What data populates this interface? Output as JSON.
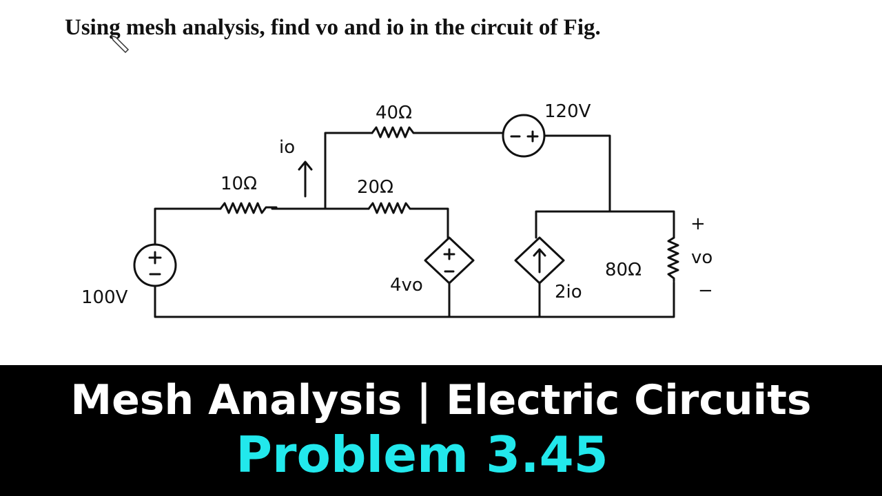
{
  "question": "Using mesh analysis, find vo and io in the circuit of Fig.",
  "circuit": {
    "labels": {
      "r10": "10Ω",
      "r20": "20Ω",
      "r40": "40Ω",
      "r80": "80Ω",
      "v100": "100V",
      "v120": "120V",
      "io": "io",
      "dep_v": "4vo",
      "dep_i": "2io",
      "vo": "vo",
      "plus": "+",
      "minus": "−"
    }
  },
  "banner": {
    "title": "Mesh Analysis | Electric Circuits",
    "subtitle": "Problem 3.45",
    "subtitle_color": "#22e8ec"
  }
}
